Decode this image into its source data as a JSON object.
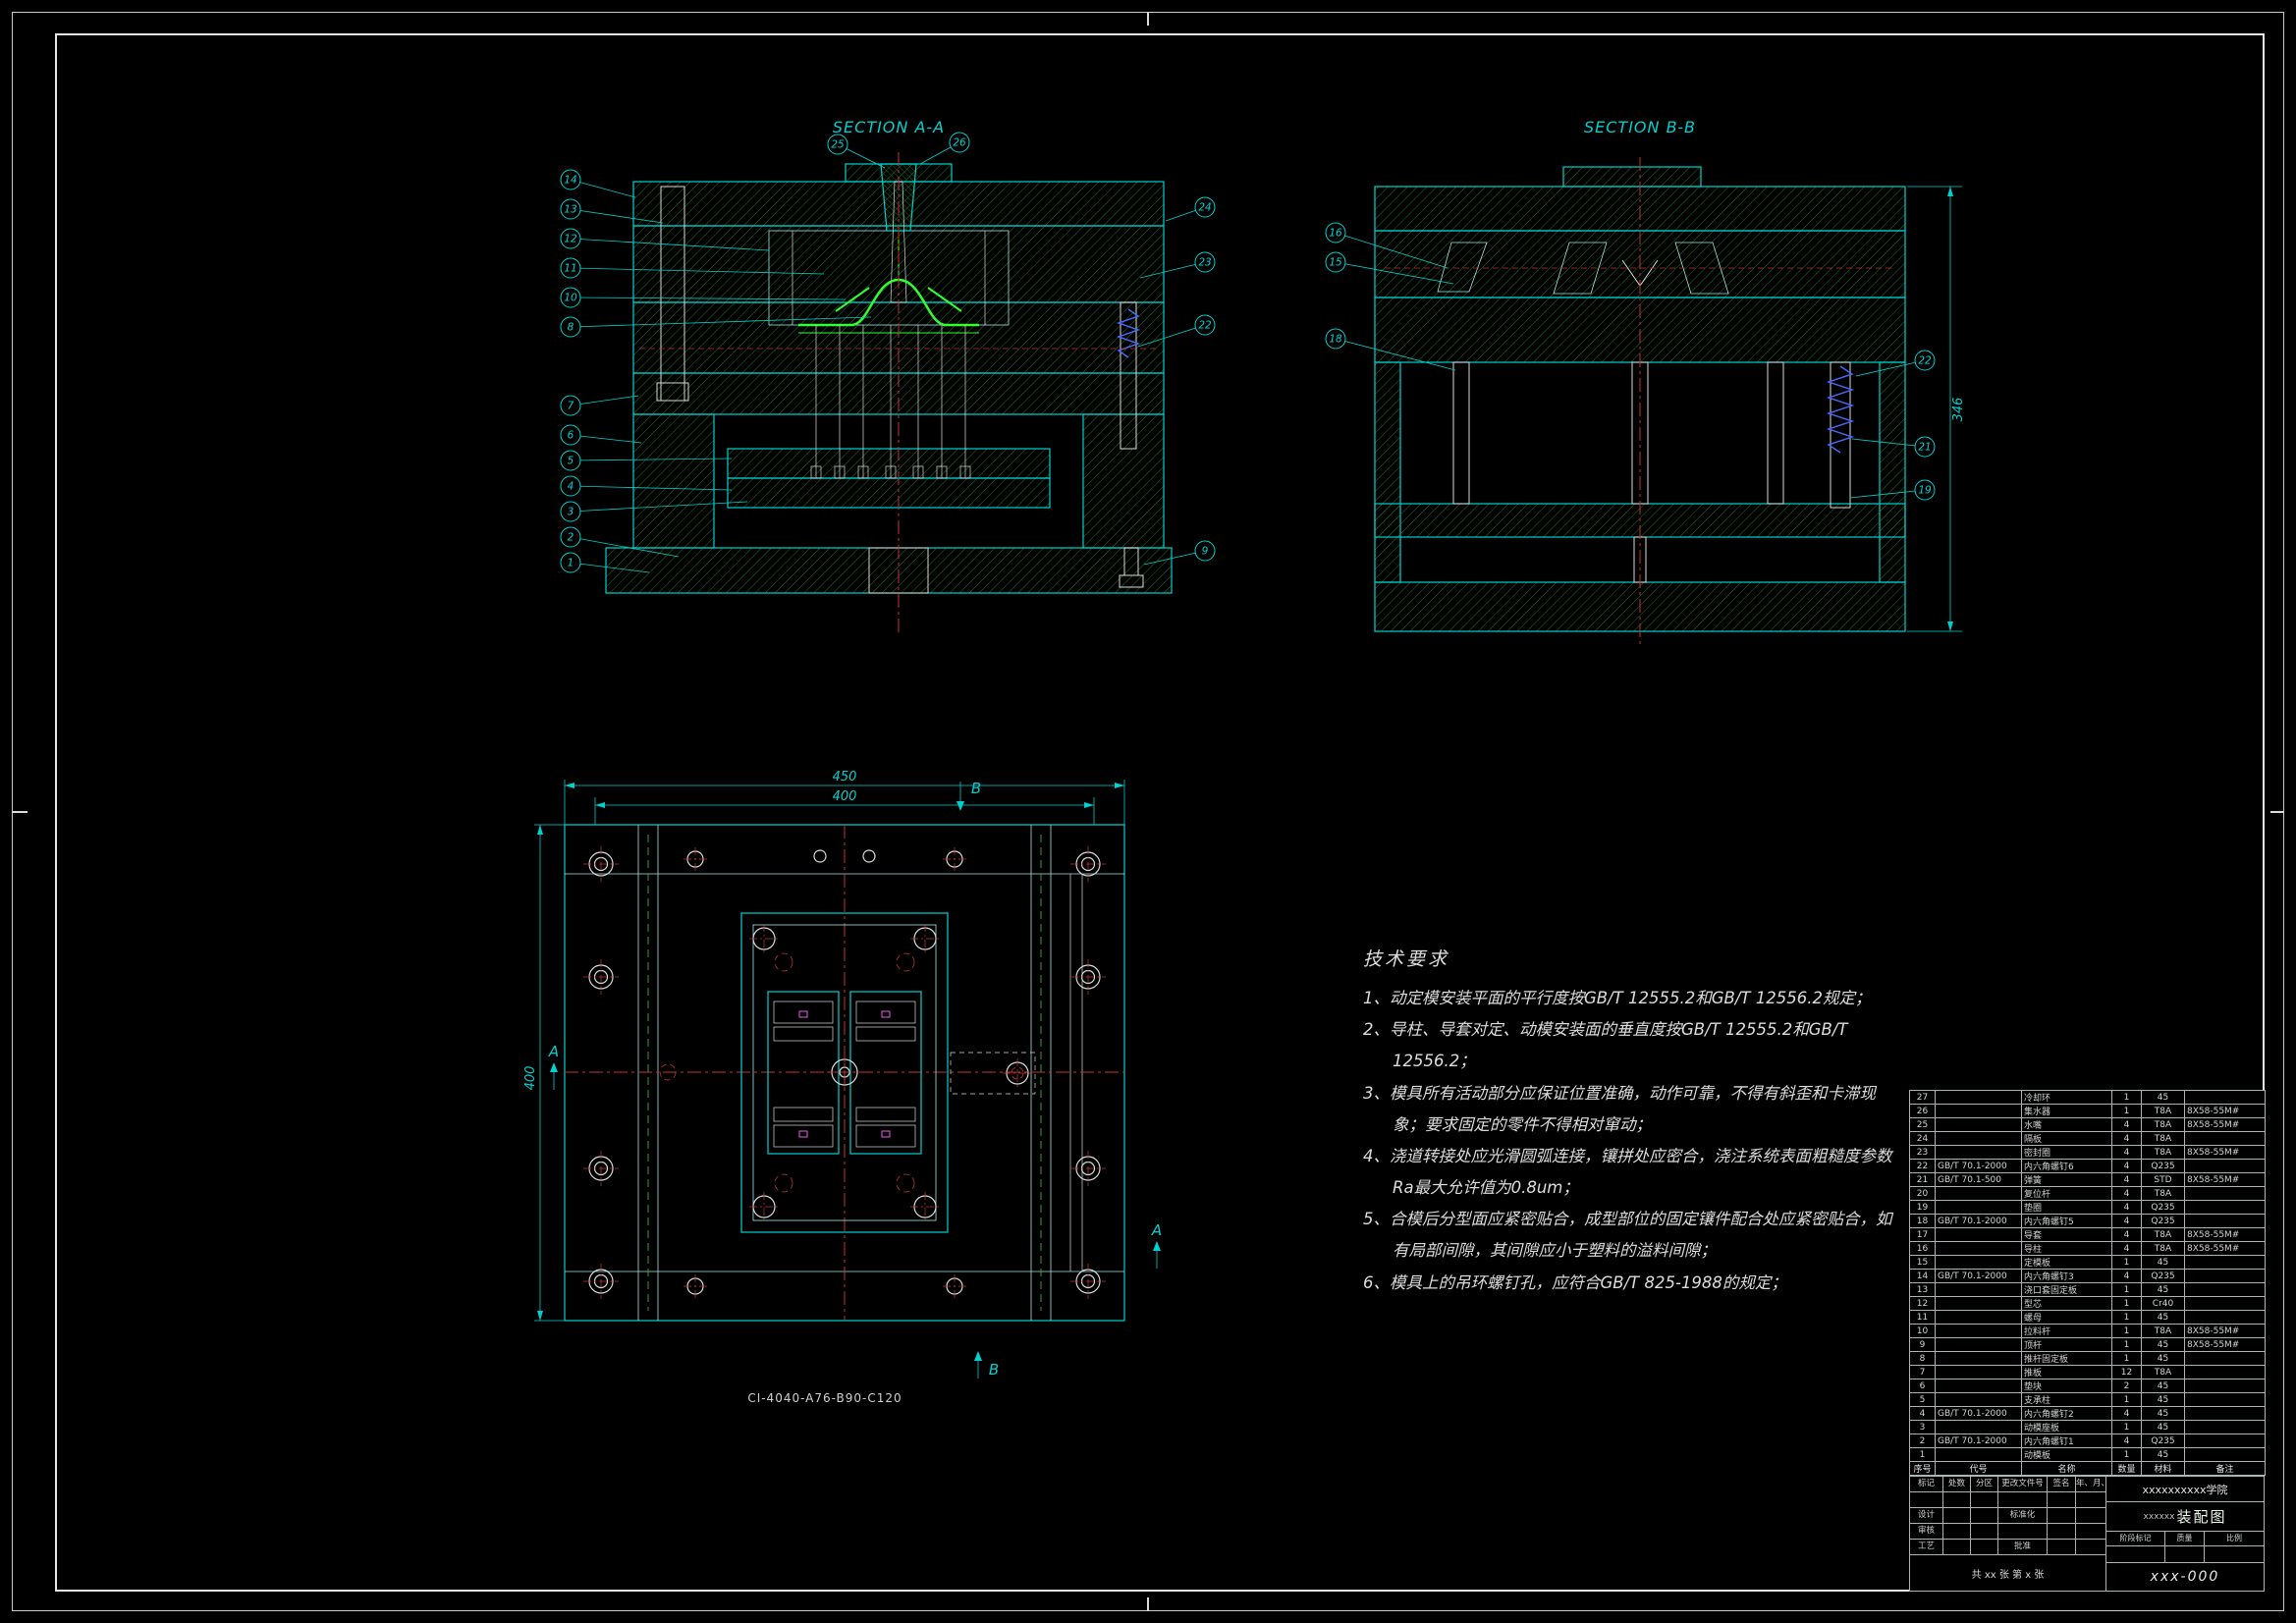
{
  "palette": {
    "line_cyan": "#00d0d0",
    "hatch_green": "#1d7a1d",
    "highlight_green": "#2eff2e",
    "centerline_red": "#c83232",
    "detail_white": "#d9d9d9",
    "spring_blue": "#4c6cff",
    "accent_magenta": "#e858e8",
    "background": "#000000"
  },
  "views": {
    "section_aa": {
      "label": "SECTION A-A"
    },
    "section_bb": {
      "label": "SECTION B-B"
    },
    "plan": {
      "code": "CI-4040-A76-B90-C120",
      "arrow_a": "A",
      "arrow_b": "B"
    }
  },
  "dims": {
    "plate_width": "450",
    "plate_width_inner": "400",
    "plate_height": "400",
    "mold_height": "346"
  },
  "balloons": {
    "aa": [
      {
        "n": "25"
      },
      {
        "n": "26"
      },
      {
        "n": "14"
      },
      {
        "n": "13"
      },
      {
        "n": "12"
      },
      {
        "n": "11"
      },
      {
        "n": "10"
      },
      {
        "n": "8"
      },
      {
        "n": "7"
      },
      {
        "n": "6"
      },
      {
        "n": "5"
      },
      {
        "n": "4"
      },
      {
        "n": "3"
      },
      {
        "n": "2"
      },
      {
        "n": "1"
      },
      {
        "n": "24"
      },
      {
        "n": "23"
      },
      {
        "n": "22"
      },
      {
        "n": "9"
      }
    ],
    "bb": [
      {
        "n": "16"
      },
      {
        "n": "15"
      },
      {
        "n": "18"
      },
      {
        "n": "22"
      },
      {
        "n": "21"
      },
      {
        "n": "19"
      }
    ]
  },
  "tech_requirements": {
    "title": "技术要求",
    "items": [
      {
        "text": "1、动定模安装平面的平行度按GB/T 12555.2和GB/T 12556.2规定；"
      },
      {
        "text": "2、导柱、导套对定、动模安装面的垂直度按GB/T 12555.2和GB/T 12556.2；"
      },
      {
        "text": "3、模具所有活动部分应保证位置准确，动作可靠，不得有斜歪和卡滞现象；要求固定的零件不得相对窜动；"
      },
      {
        "text": "4、浇道转接处应光滑圆弧连接，镶拼处应密合，浇注系统表面粗糙度参数Ra最大允许值为0.8um；"
      },
      {
        "text": "5、合模后分型面应紧密贴合，成型部位的固定镶件配合处应紧密贴合，如有局部间隙，其间隙应小于塑料的溢料间隙；"
      },
      {
        "text": "6、模具上的吊环螺钉孔，应符合GB/T 825-1988的规定；"
      }
    ]
  },
  "bom": {
    "header": {
      "no": "序号",
      "code": "代号",
      "name": "名称",
      "qty": "数量",
      "mat": "材料",
      "note": "备注"
    },
    "rows": [
      {
        "no": "27",
        "code": "",
        "name": "冷却环",
        "qty": "1",
        "mat": "45",
        "note": ""
      },
      {
        "no": "26",
        "code": "",
        "name": "集水器",
        "qty": "1",
        "mat": "T8A",
        "note": "8X58-55M#"
      },
      {
        "no": "25",
        "code": "",
        "name": "水嘴",
        "qty": "4",
        "mat": "T8A",
        "note": "8X58-55M#"
      },
      {
        "no": "24",
        "code": "",
        "name": "隔板",
        "qty": "4",
        "mat": "T8A",
        "note": ""
      },
      {
        "no": "23",
        "code": "",
        "name": "密封圈",
        "qty": "4",
        "mat": "T8A",
        "note": "8X58-55M#"
      },
      {
        "no": "22",
        "code": "GB/T 70.1-2000",
        "name": "内六角螺钉6",
        "qty": "4",
        "mat": "Q235",
        "note": ""
      },
      {
        "no": "21",
        "code": "GB/T 70.1-500",
        "name": "弹簧",
        "qty": "4",
        "mat": "STD",
        "note": "8X58-55M#"
      },
      {
        "no": "20",
        "code": "",
        "name": "复位杆",
        "qty": "4",
        "mat": "T8A",
        "note": ""
      },
      {
        "no": "19",
        "code": "",
        "name": "垫圈",
        "qty": "4",
        "mat": "Q235",
        "note": ""
      },
      {
        "no": "18",
        "code": "GB/T 70.1-2000",
        "name": "内六角螺钉5",
        "qty": "4",
        "mat": "Q235",
        "note": ""
      },
      {
        "no": "17",
        "code": "",
        "name": "导套",
        "qty": "4",
        "mat": "T8A",
        "note": "8X58-55M#"
      },
      {
        "no": "16",
        "code": "",
        "name": "导柱",
        "qty": "4",
        "mat": "T8A",
        "note": "8X58-55M#"
      },
      {
        "no": "15",
        "code": "",
        "name": "定模板",
        "qty": "1",
        "mat": "45",
        "note": ""
      },
      {
        "no": "14",
        "code": "GB/T 70.1-2000",
        "name": "内六角螺钉3",
        "qty": "4",
        "mat": "Q235",
        "note": ""
      },
      {
        "no": "13",
        "code": "",
        "name": "浇口套固定板",
        "qty": "1",
        "mat": "45",
        "note": ""
      },
      {
        "no": "12",
        "code": "",
        "name": "型芯",
        "qty": "1",
        "mat": "Cr40",
        "note": ""
      },
      {
        "no": "11",
        "code": "",
        "name": "螺母",
        "qty": "1",
        "mat": "45",
        "note": ""
      },
      {
        "no": "10",
        "code": "",
        "name": "拉料杆",
        "qty": "1",
        "mat": "T8A",
        "note": "8X58-55M#"
      },
      {
        "no": "9",
        "code": "",
        "name": "顶杆",
        "qty": "1",
        "mat": "45",
        "note": "8X58-55M#"
      },
      {
        "no": "8",
        "code": "",
        "name": "推杆固定板",
        "qty": "1",
        "mat": "45",
        "note": ""
      },
      {
        "no": "7",
        "code": "",
        "name": "推板",
        "qty": "12",
        "mat": "T8A",
        "note": ""
      },
      {
        "no": "6",
        "code": "",
        "name": "垫块",
        "qty": "2",
        "mat": "45",
        "note": ""
      },
      {
        "no": "5",
        "code": "",
        "name": "支承柱",
        "qty": "1",
        "mat": "45",
        "note": ""
      },
      {
        "no": "4",
        "code": "GB/T 70.1-2000",
        "name": "内六角螺钉2",
        "qty": "4",
        "mat": "45",
        "note": ""
      },
      {
        "no": "3",
        "code": "",
        "name": "动模座板",
        "qty": "1",
        "mat": "45",
        "note": ""
      },
      {
        "no": "2",
        "code": "GB/T 70.1-2000",
        "name": "内六角螺钉1",
        "qty": "4",
        "mat": "Q235",
        "note": ""
      },
      {
        "no": "1",
        "code": "",
        "name": "动模板",
        "qty": "1",
        "mat": "45",
        "note": ""
      }
    ]
  },
  "title_block": {
    "school": "xxxxxxxxxx学院",
    "drawing_name_prefix": "xxxxxx",
    "drawing_name_main": "装配图",
    "drawing_no": "xxx-000",
    "sheet_info": "共 xx 张  第 x 张",
    "labels": {
      "mark": "标记",
      "count": "处数",
      "zone": "分区",
      "change_file": "更改文件号",
      "sign": "签名",
      "date": "年、月、日",
      "design": "设计",
      "standardize": "标准化",
      "check": "审核",
      "process": "工艺",
      "approve": "批准",
      "stage_mark": "阶段标记",
      "weight": "质量",
      "scale": "比例"
    }
  }
}
